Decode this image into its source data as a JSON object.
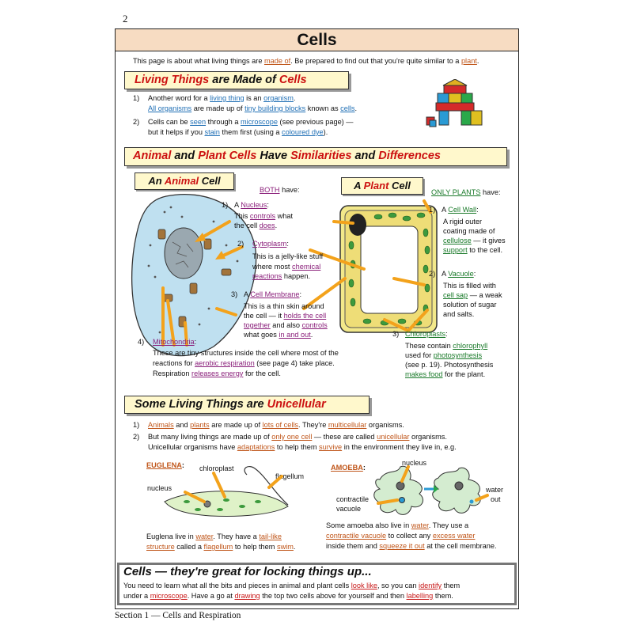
{
  "page_number": "2",
  "title": "Cells",
  "intro": {
    "a": "This page is about what living things are ",
    "b": "made of",
    "c": ".  Be prepared to find out that you're quite similar to a ",
    "d": "plant",
    "e": "."
  },
  "s1": {
    "h_r1": "Living Things",
    "h_m": " are Made of ",
    "h_r2": "Cells",
    "p1_num": "1)",
    "p1_a": "Another word for a ",
    "p1_b": "living thing",
    "p1_c": " is an ",
    "p1_d": "organism",
    "p1_e": ".",
    "p1_f": "All organisms",
    "p1_g": " are made up of ",
    "p1_h": "tiny building blocks",
    "p1_i": " known as ",
    "p1_j": "cells",
    "p1_k": ".",
    "p2_num": "2)",
    "p2_a": "Cells can be ",
    "p2_b": "seen",
    "p2_c": " through a ",
    "p2_d": "microscope",
    "p2_e": " (see previous page) —",
    "p2_f": "but it helps if you ",
    "p2_g": "stain",
    "p2_h": " them first (using a ",
    "p2_i": "coloured dye",
    "p2_j": ")."
  },
  "s2": {
    "h_r1": "Animal",
    "h_m1": " and ",
    "h_r2": "Plant Cells",
    "h_m2": " Have ",
    "h_r3": "Similarities",
    "h_m3": " and ",
    "h_r4": "Differences",
    "animal_a": "An ",
    "animal_b": "Animal",
    "animal_c": " Cell",
    "plant_a": "A ",
    "plant_b": "Plant",
    "plant_c": " Cell",
    "both": "BOTH",
    "both_have": " have:",
    "only": "ONLY PLANTS",
    "only_have": " have:",
    "n1": "1)",
    "nucleus_a": "A ",
    "nucleus_b": "Nucleus",
    "nucleus_c": ":",
    "nuc_1a": "This ",
    "nuc_1b": "controls",
    "nuc_1c": " what",
    "nuc_2a": "the cell ",
    "nuc_2b": "does",
    "nuc_2c": ".",
    "n2": "2)",
    "cyto": "Cytoplasm",
    "cyto_c": ":",
    "cyto_1": "This is a jelly-like stuff",
    "cyto_2a": "where most ",
    "cyto_2b": "chemical",
    "cyto_3a": "reactions",
    "cyto_3b": " happen.",
    "n3": "3)",
    "mem_a": "A ",
    "mem_b": "Cell Membrane",
    "mem_c": ":",
    "mem_1": "This is a thin skin around",
    "mem_2a": "the cell — it ",
    "mem_2b": "holds the cell",
    "mem_3a": "together",
    "mem_3b": " and also ",
    "mem_3c": "controls",
    "mem_4a": "what goes ",
    "mem_4b": "in and out",
    "mem_4c": ".",
    "n4": "4)",
    "mito": "Mitochondria",
    "mito_c": ":",
    "mito_1": "These are tiny structures inside the cell where most of the",
    "mito_2a": "reactions for ",
    "mito_2b": "aerobic respiration",
    "mito_2c": " (see page 4) take place.",
    "mito_3a": "Respiration ",
    "mito_3b": "releases energy",
    "mito_3c": " for the cell.",
    "w_n": "1)",
    "wall_a": "A ",
    "wall_b": "Cell Wall",
    "wall_c": ":",
    "wall_1": "A rigid outer",
    "wall_2": "coating made of",
    "wall_3a": "cellulose",
    "wall_3b": " — it gives",
    "wall_4a": "support",
    "wall_4b": " to the cell.",
    "v_n": "2)",
    "vac_a": "A ",
    "vac_b": "Vacuole",
    "vac_c": ":",
    "vac_1": "This is filled with",
    "vac_2a": "cell sap",
    "vac_2b": " — a weak",
    "vac_3": "solution of sugar",
    "vac_4": "and salts.",
    "c_n": "3)",
    "chl": "Chloroplasts",
    "chl_c": ":",
    "chl_1": "These contain ",
    "chl_1b": "chlorophyll",
    "chl_2": "used for ",
    "chl_2b": "photosynthesis",
    "chl_3": "(see p. 19).  Photosynthesis",
    "chl_4a": "makes food",
    "chl_4b": " for the plant."
  },
  "s3": {
    "h_m": "Some Living Things are ",
    "h_r": "Unicellular",
    "p1_num": "1)",
    "p1_a": "Animals",
    "p1_b": " and ",
    "p1_c": "plants",
    "p1_d": " are made up of ",
    "p1_e": "lots of cells",
    "p1_f": ".  They're ",
    "p1_g": "multicellular",
    "p1_h": " organisms.",
    "p2_num": "2)",
    "p2_a": "But many living things are made up of ",
    "p2_b": "only one cell",
    "p2_c": " — these are called ",
    "p2_d": "unicellular",
    "p2_e": " organisms.",
    "p2_f": "Unicellular organisms have ",
    "p2_g": "adaptations",
    "p2_h": " to help them ",
    "p2_i": "survive",
    "p2_j": " in the environment they live in, e.g.",
    "eug": "EUGLENA",
    "eug_c": ":",
    "eug_chloro": "chloroplast",
    "eug_flag": "flagellum",
    "eug_nuc": "nucleus",
    "eug_1a": "Euglena live in ",
    "eug_1b": "water",
    "eug_1c": ".  They have a ",
    "eug_1d": "tail-like",
    "eug_2a": "structure",
    "eug_2b": " called a ",
    "eug_2c": "flagellum",
    "eug_2d": " to help them ",
    "eug_2e": "swim",
    "eug_2f": ".",
    "amo": "AMOEBA",
    "amo_c": ":",
    "amo_nuc": "nucleus",
    "amo_cv1": "contractile",
    "amo_cv2": "vacuole",
    "amo_w1": "water",
    "amo_w2": "out",
    "amo_1a": "Some amoeba also live in ",
    "amo_1b": "water",
    "amo_1c": ".  They use a",
    "amo_2a": "contractile vacuole",
    "amo_2b": " to collect any ",
    "amo_2c": "excess water",
    "amo_3a": "inside them and ",
    "amo_3b": "squeeze it out",
    "amo_3c": " at the cell membrane."
  },
  "summary": {
    "title": "Cells — they're great for locking things up...",
    "l1a": "You need to learn what all the bits and pieces in animal and plant cells ",
    "l1b": "look like",
    "l1c": ", so you can ",
    "l1d": "identify",
    "l1e": " them",
    "l2a": "under a ",
    "l2b": "microscope",
    "l2c": ".  Have a go at ",
    "l2d": "drawing",
    "l2e": " the top two cells above for yourself and then ",
    "l2f": "labelling",
    "l2g": " them."
  },
  "footer": "Section 1 — Cells and Respiration",
  "colors": {
    "title_bg": "#f7dcc2",
    "heading_bg": "#fff8cc",
    "heading_red": "#cc1111",
    "animal_cell": "#bfe0f0",
    "plant_cell": "#f2e88a",
    "chloroplast": "#3d9a3d",
    "arrow": "#f3a21b"
  }
}
